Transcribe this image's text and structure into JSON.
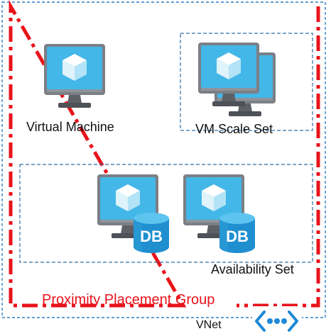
{
  "labels": {
    "virtual_machine": "Virtual Machine",
    "vm_scale_set": "VM Scale Set",
    "availability_set": "Availability Set",
    "proximity_placement_group": "Proximity Placement Group",
    "vnet": "VNet",
    "db_badge": "DB"
  },
  "colors": {
    "ppg_border": "#e8131b",
    "vnet_border": "#2f7fc1",
    "group_border": "#2f6fa8",
    "monitor_screen": "#43b7e8",
    "monitor_frame": "#7b7f86",
    "monitor_stand": "#5d6066",
    "cube_light": "#ffffff",
    "cube_shade": "#b3e3f7",
    "db_badge": "#2b9ad6",
    "vnet_icon": "#1e88d6"
  },
  "icons": {
    "virtual_machine": "monitor-cube-icon",
    "vm_scale_set": "stacked-monitor-cube-icon",
    "availability_set_member": "monitor-cube-db-icon",
    "vnet": "vnet-connector-icon"
  }
}
